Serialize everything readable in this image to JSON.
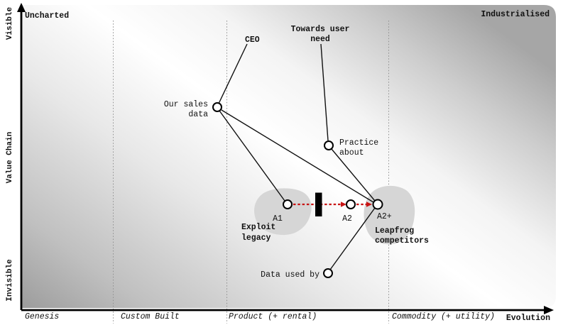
{
  "map": {
    "quadrant_labels": {
      "top_left": "Uncharted",
      "top_right": "Industrialised"
    },
    "y_axis": {
      "axis_title": "Value Chain",
      "top": "Visible",
      "bottom": "Invisible"
    },
    "x_axis": {
      "stage_1": "Genesis",
      "stage_2": "Custom Built",
      "stage_3": "Product (+ rental)",
      "stage_4": "Commodity (+ utility)",
      "arrow_label": "Evolution"
    },
    "nodes": {
      "ceo": "CEO",
      "towards_user_need": {
        "line1": "Towards user",
        "line2": "need"
      },
      "our_sales_data": {
        "line1": "Our sales",
        "line2": "data"
      },
      "practice_about": {
        "line1": "Practice",
        "line2": "about"
      },
      "a1": "A1",
      "a2": "A2",
      "a2_plus": "A2+",
      "data_used_by": "Data used by"
    },
    "annotations": {
      "exploit_legacy": {
        "line1": "Exploit",
        "line2": "legacy"
      },
      "leapfrog_competitors": {
        "line1": "Leapfrog",
        "line2": "competitors"
      }
    },
    "colors": {
      "movement_arrow": "#c81414",
      "inertia_bar": "#000000",
      "cluster_blob": "#d6d6d6",
      "node_fill": "#ffffff",
      "edge": "#111111"
    }
  }
}
